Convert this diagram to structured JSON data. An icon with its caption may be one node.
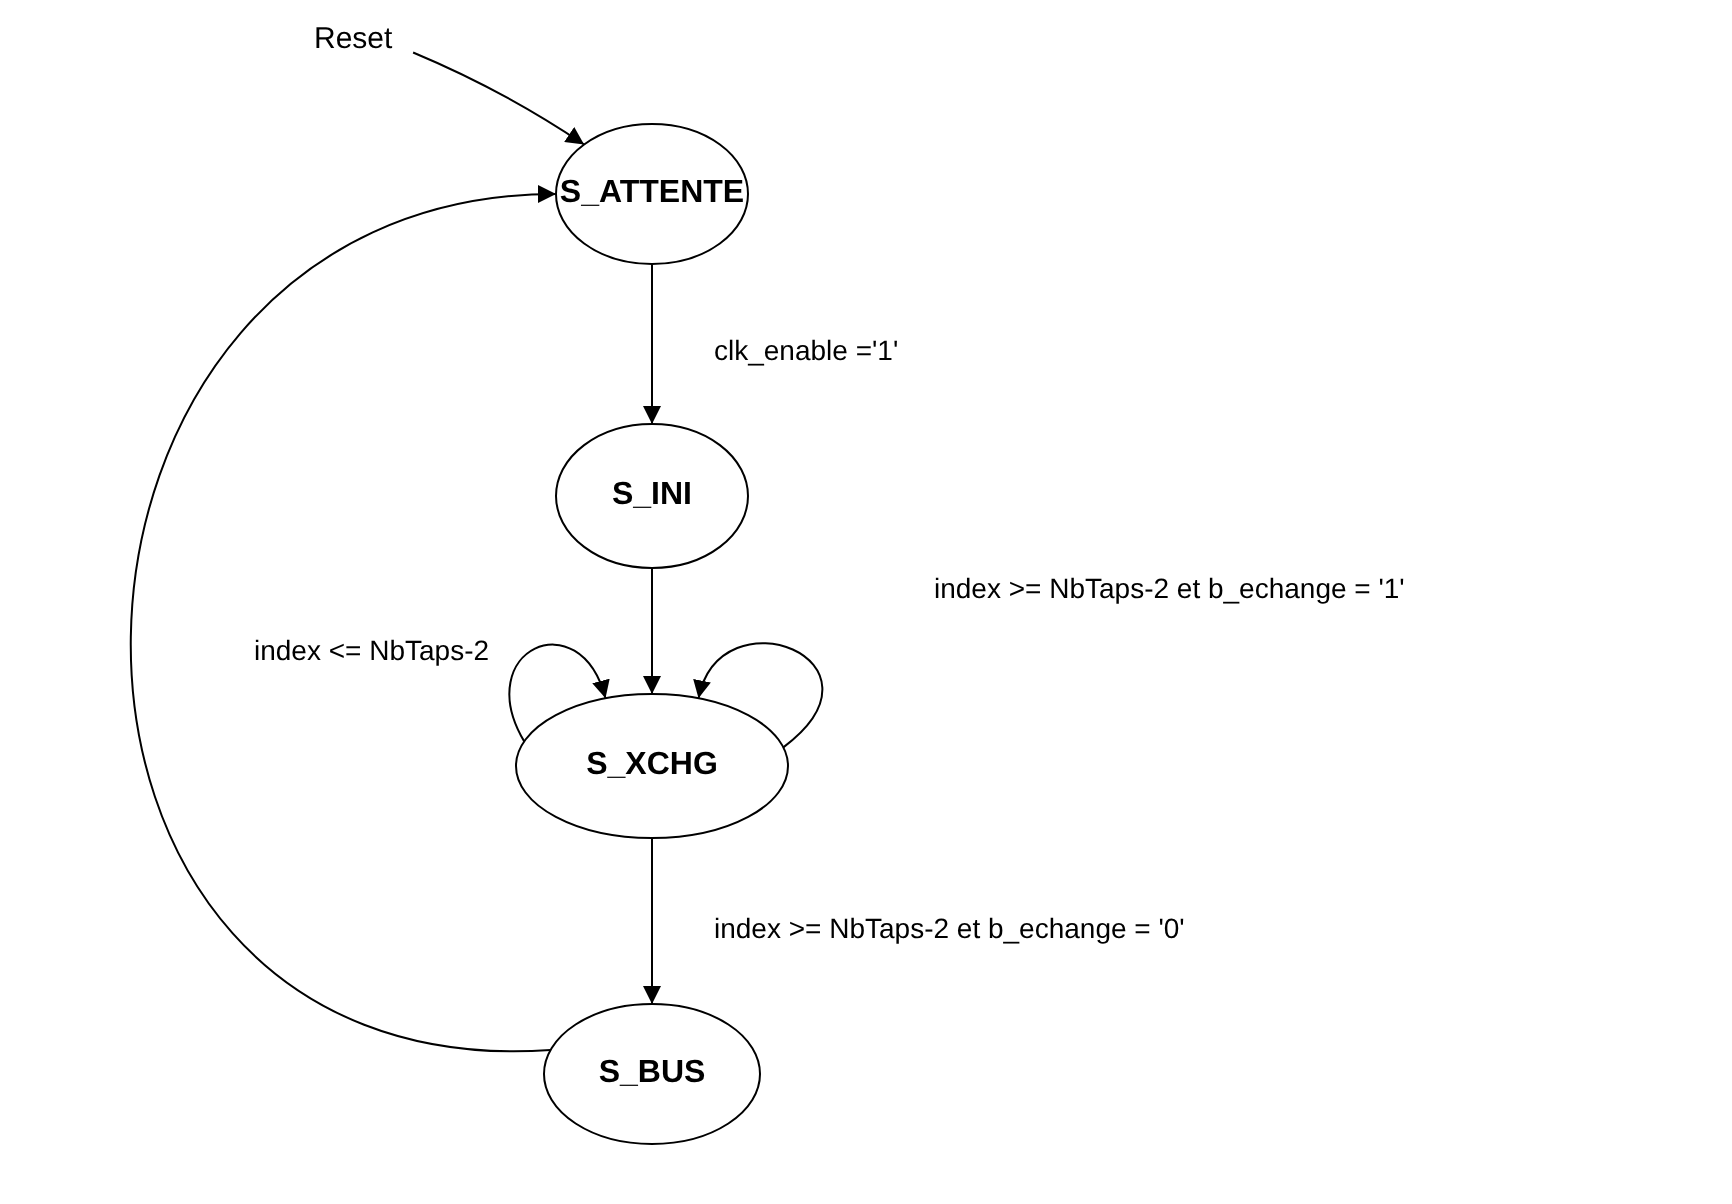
{
  "diagram": {
    "nodes": [
      {
        "text": [
          "Reset"
        ]
      },
      {
        "text": [
          "S_ATTENTE"
        ]
      },
      {
        "text": [
          "S_INI"
        ]
      },
      {
        "text": [
          "S_XCHG"
        ]
      },
      {
        "text": [
          "S_BUS"
        ]
      }
    ],
    "edges": [
      {
        "from": 0,
        "to": 1,
        "arrow": "to"
      },
      {
        "from": 1,
        "to": 2,
        "arrow": "to",
        "label": "clk_enable ='1'"
      },
      {
        "from": 2,
        "to": 3,
        "arrow": "to"
      },
      {
        "from": 3,
        "to": 3,
        "arrow": "to",
        "label": "index <= NbTaps-2"
      },
      {
        "from": 3,
        "to": 3,
        "arrow": "to",
        "label": "index >= NbTaps-2 et b_echange = '1'"
      },
      {
        "from": 3,
        "to": 4,
        "arrow": "to",
        "label": "index >= NbTaps-2 et b_echange = '0'"
      },
      {
        "from": 4,
        "to": 1,
        "arrow": "to"
      }
    ]
  }
}
